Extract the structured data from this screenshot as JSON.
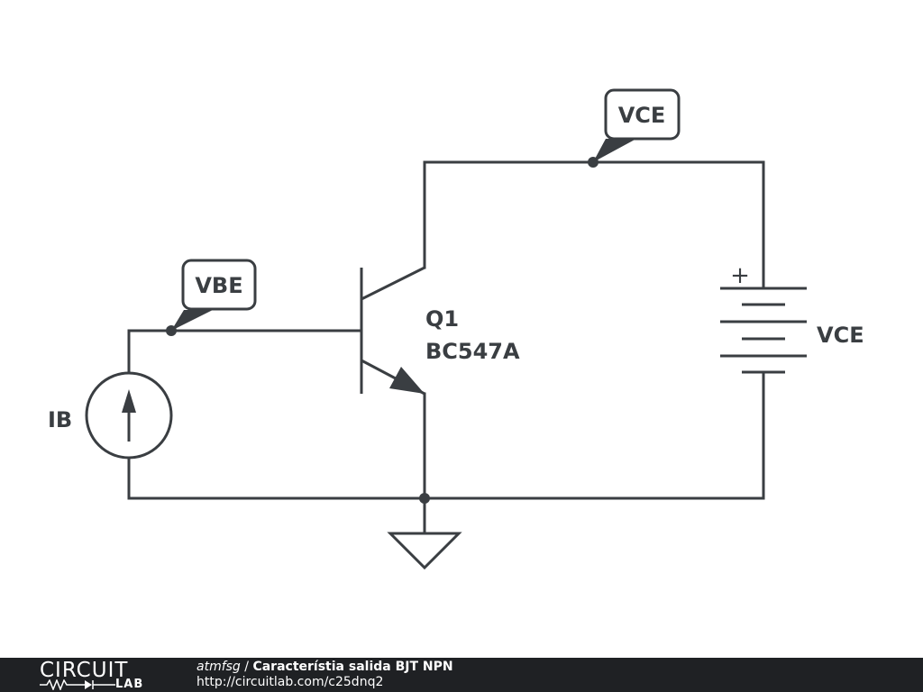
{
  "schematic": {
    "components": {
      "current_source": {
        "label": "IB"
      },
      "transistor": {
        "designator": "Q1",
        "part": "BC547A"
      },
      "voltage_source": {
        "label": "VCE",
        "polarity": "+"
      }
    },
    "probes": {
      "vbe": "VBE",
      "vce": "VCE"
    }
  },
  "footer": {
    "logo_top": "CIRCUIT",
    "logo_bottom": "LAB",
    "author": "atmfsg",
    "separator": " / ",
    "title": "Característia salida BJT NPN",
    "url": "http://circuitlab.com/c25dnq2"
  },
  "colors": {
    "ink": "#3a3e42",
    "footer_bg": "#1f2124"
  }
}
